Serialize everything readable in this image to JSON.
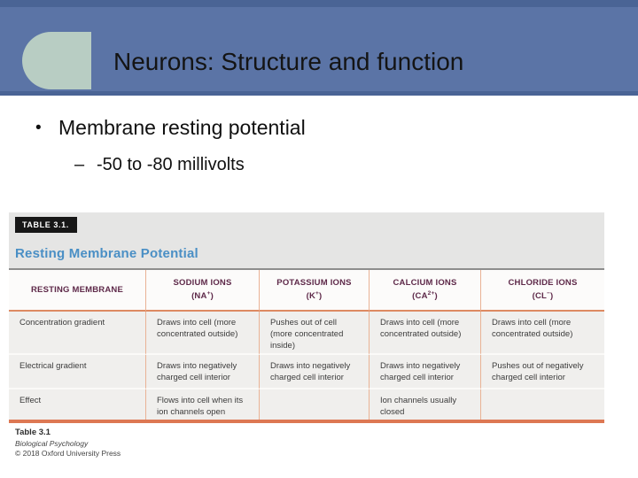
{
  "slide": {
    "title": "Neurons: Structure and function",
    "bullet_char": "•",
    "bullet": "Membrane resting potential",
    "dash_char": "–",
    "sub_bullet": "-50 to -80 millivolts"
  },
  "colors": {
    "header_blue": "#5b74a6",
    "header_dark_blue": "#4a6495",
    "header_shape_green": "#b8cdc3",
    "table_title_area_gray": "#e5e5e4",
    "table_tag_black": "#171717",
    "table_title_blue": "#4a8fc5",
    "column_header_maroon": "#5e2949",
    "orange_rule": "#dd8a62",
    "orange_bottom_rule": "#dd7853",
    "row_background": "#f0efed"
  },
  "table": {
    "tag": "TABLE 3.1.",
    "title": "Resting Membrane Potential",
    "columns": [
      {
        "name": "RESTING MEMBRANE"
      },
      {
        "name": "SODIUM IONS",
        "sym_pre": "(NA",
        "sym_sup": "+",
        "sym_post": ")"
      },
      {
        "name": "POTASSIUM IONS",
        "sym_pre": "(K",
        "sym_sup": "+",
        "sym_post": ")"
      },
      {
        "name": "CALCIUM IONS",
        "sym_pre": "(CA",
        "sym_sup": "2+",
        "sym_post": ")"
      },
      {
        "name": "CHLORIDE IONS",
        "sym_pre": "(CL",
        "sym_sup": "−",
        "sym_post": ")"
      }
    ],
    "rows": [
      {
        "label": "Concentration gradient",
        "cells": [
          "Draws into cell (more concentrated outside)",
          "Pushes out of cell (more concentrated inside)",
          "Draws into cell (more concentrated outside)",
          "Draws into cell (more concentrated outside)"
        ]
      },
      {
        "label": "Electrical gradient",
        "cells": [
          "Draws into negatively charged cell interior",
          "Draws into negatively charged cell interior",
          "Draws into negatively charged cell interior",
          "Pushes out of negatively charged cell interior"
        ]
      },
      {
        "label": "Effect",
        "cells": [
          "Flows into cell when its ion channels open",
          "",
          "Ion channels usually closed",
          ""
        ]
      }
    ],
    "caption": {
      "line1": "Table 3.1",
      "line2": "Biological Psychology",
      "line3": "© 2018 Oxford University Press"
    }
  }
}
